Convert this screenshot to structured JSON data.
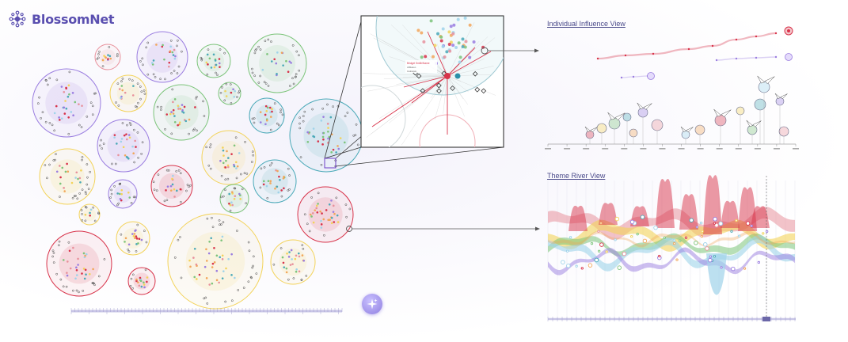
{
  "app": {
    "name": "BlossomNet"
  },
  "views": {
    "influence_title": "Individual Influence View",
    "theme_title": "Theme River View"
  },
  "colors": {
    "brand": "#5a4fb0",
    "red": "#d8334a",
    "pink": "#e8919c",
    "yellow": "#f3d35a",
    "green": "#7cc47a",
    "teal": "#4aa9b8",
    "purple": "#9a7de0",
    "lightblue": "#9fd3ea",
    "orange": "#f2a65a"
  },
  "icons": {
    "logo": "flower-network-icon",
    "ai": "sparkle-icon"
  },
  "zoom_detail": {
    "lines": [
      "Bridget Smith/Name",
      "Affiliation",
      "Institution"
    ]
  }
}
